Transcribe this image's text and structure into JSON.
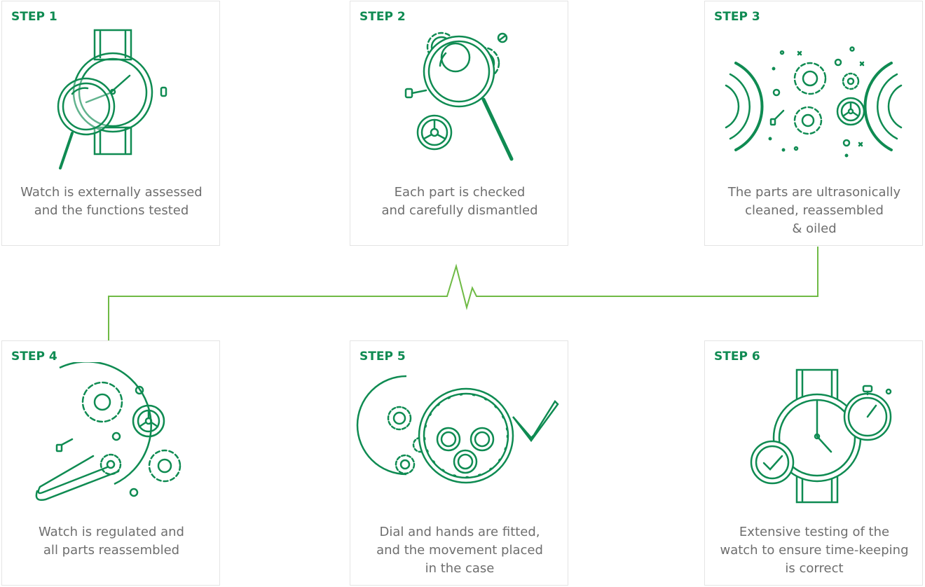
{
  "steps": [
    {
      "label": "STEP 1",
      "lines": [
        "Watch is externally assessed",
        "and the functions tested"
      ],
      "icon": "watch-magnifier-icon"
    },
    {
      "label": "STEP 2",
      "lines": [
        "Each part is checked",
        "and carefully dismantled"
      ],
      "icon": "parts-inspection-icon"
    },
    {
      "label": "STEP 3",
      "lines": [
        "The parts are ultrasonically",
        "cleaned, reassembled",
        "& oiled"
      ],
      "icon": "ultrasonic-cleaning-icon"
    },
    {
      "label": "STEP 4",
      "lines": [
        "Watch is regulated and",
        "all parts reassembled"
      ],
      "icon": "tweezers-movement-icon"
    },
    {
      "label": "STEP 5",
      "lines": [
        "Dial and hands are fitted,",
        "and the movement placed",
        "in the case"
      ],
      "icon": "dial-fitting-icon"
    },
    {
      "label": "STEP 6",
      "lines": [
        "Extensive testing of the",
        "watch to ensure time-keeping",
        "is correct"
      ],
      "icon": "timing-test-icon"
    }
  ],
  "colors": {
    "primary": "#0f8b52",
    "connector_green": "#1a9a5b",
    "connector_lime": "#8cc63f",
    "connector_yellow": "#c8d842",
    "text": "#6e6e6e",
    "border": "#e4e4e4"
  }
}
